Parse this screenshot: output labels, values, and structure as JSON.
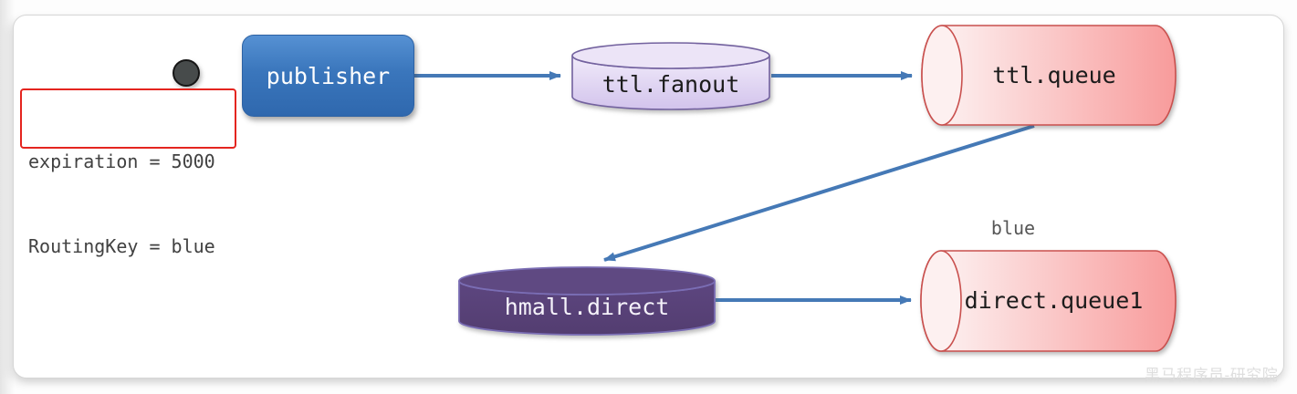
{
  "annotation": {
    "line1": "expiration = 5000",
    "line2": "RoutingKey = blue"
  },
  "nodes": {
    "publisher": {
      "label": "publisher"
    },
    "ttl_fanout": {
      "label": "ttl.fanout"
    },
    "ttl_queue": {
      "label": "ttl.queue"
    },
    "hmall_direct": {
      "label": "hmall.direct"
    },
    "direct_queue1": {
      "label": "direct.queue1"
    }
  },
  "labels": {
    "routing_key": "blue"
  },
  "watermark": "黑马程序员-研究院",
  "colors": {
    "arrow": "#4579b6",
    "publisher_top": "#5691d3",
    "publisher_bottom": "#2f68ae",
    "fanout_exchange_fill": "#dccfef",
    "fanout_exchange_stroke": "#73629f",
    "queue_fill": "#f89b9b",
    "queue_stroke": "#c9504e",
    "direct_exchange_fill": "#574173",
    "direct_exchange_stroke": "#7a6db4",
    "annotation_border": "#e4251f",
    "message_dot": "#474b4b"
  }
}
